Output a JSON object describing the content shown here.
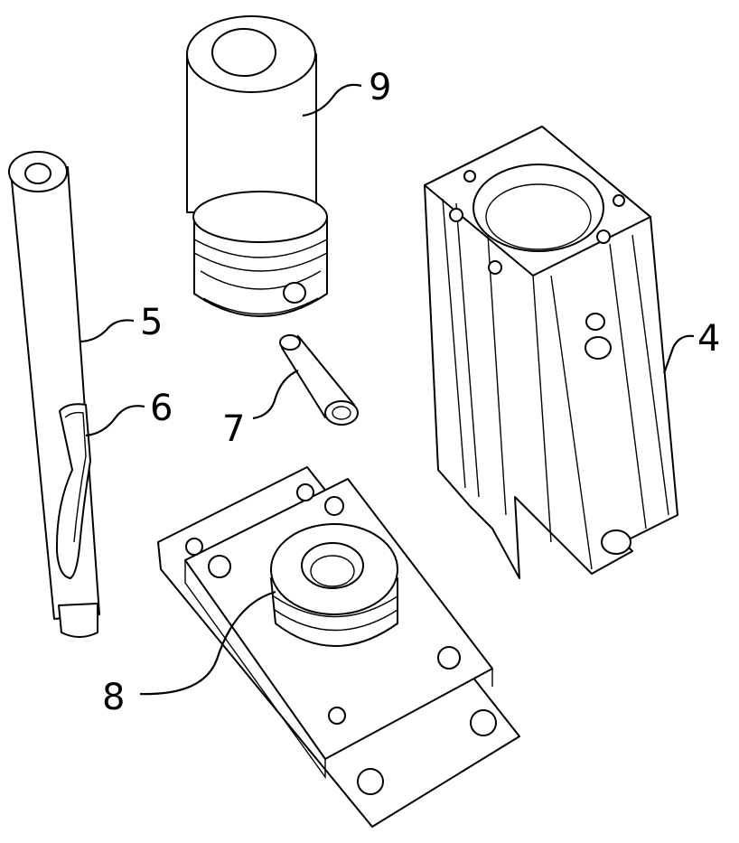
{
  "labels": {
    "part_4": "4",
    "part_5": "5",
    "part_6": "6",
    "part_7": "7",
    "part_8": "8",
    "part_9": "9"
  }
}
